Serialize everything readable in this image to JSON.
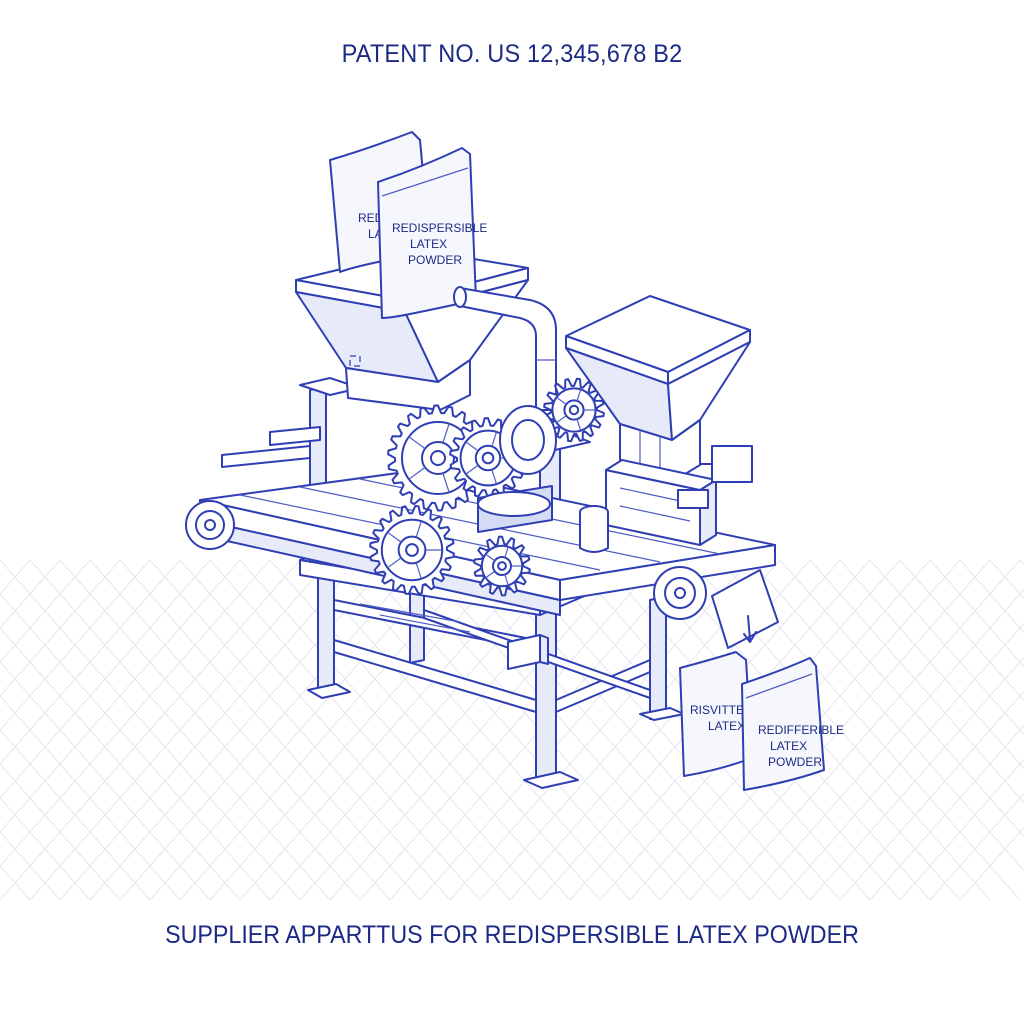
{
  "header": {
    "patent_number": "PATENT NO. US 12,345,678 B2"
  },
  "caption": {
    "title": "SUPPLIER APPARTTUS FOR REDISPERSIBLE LATEX POWDER"
  },
  "bags": {
    "input_back": [
      "REDI",
      "LA"
    ],
    "input_front": [
      "REDISPERSIBLE",
      "LATEX",
      "POWDER"
    ],
    "output_back": [
      "RISVITTE",
      "LATEX"
    ],
    "output_front": [
      "REDIFFERIBLE",
      "LATEX",
      "POWDER"
    ]
  },
  "colors": {
    "line": "#2f3fb3",
    "text": "#1c2a86",
    "fill_light": "#e7eaf9",
    "grid": "#e3e6f2"
  }
}
